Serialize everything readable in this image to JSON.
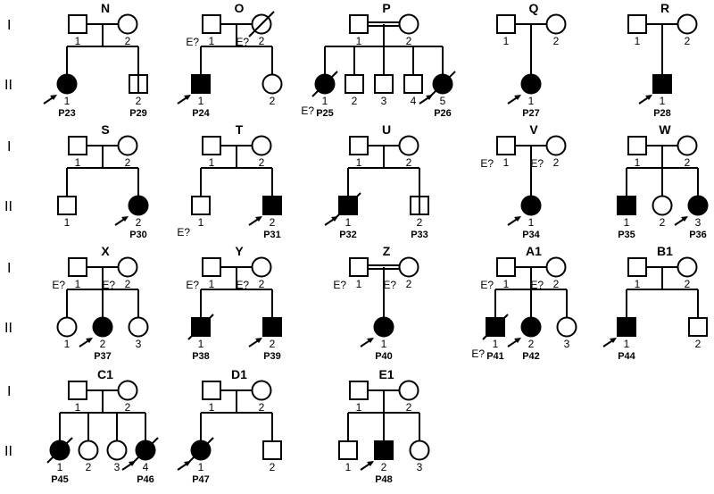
{
  "generation_labels": [
    "I",
    "II"
  ],
  "colors": {
    "stroke": "#000000",
    "affected": "#000000",
    "unaffected": "#ffffff"
  },
  "pedigrees": [
    {
      "title": "N",
      "consang": false,
      "parents": [
        {
          "sex": "M",
          "num": "1"
        },
        {
          "sex": "F",
          "num": "2"
        }
      ],
      "children": [
        {
          "sex": "F",
          "num": "1",
          "affected": true,
          "proband": true,
          "patient": "P23"
        },
        {
          "sex": "M",
          "num": "2",
          "carrier": true,
          "patient": "P29"
        }
      ]
    },
    {
      "title": "O",
      "consang": false,
      "parents": [
        {
          "sex": "M",
          "num": "1",
          "e": true
        },
        {
          "sex": "F",
          "num": "2",
          "e": true,
          "deceased": true
        }
      ],
      "children": [
        {
          "sex": "M",
          "num": "1",
          "affected": true,
          "proband": true,
          "patient": "P24"
        },
        {
          "sex": "F",
          "num": "2"
        }
      ]
    },
    {
      "title": "P",
      "consang": true,
      "parents": [
        {
          "sex": "M",
          "num": "1"
        },
        {
          "sex": "F",
          "num": "2"
        }
      ],
      "children": [
        {
          "sex": "F",
          "num": "1",
          "affected": true,
          "deceased": true,
          "e": true,
          "patient": "P25"
        },
        {
          "sex": "M",
          "num": "2"
        },
        {
          "sex": "M",
          "num": "3"
        },
        {
          "sex": "M",
          "num": "4"
        },
        {
          "sex": "F",
          "num": "5",
          "affected": true,
          "deceased": true,
          "proband": true,
          "patient": "P26"
        }
      ]
    },
    {
      "title": "Q",
      "consang": false,
      "parents": [
        {
          "sex": "M",
          "num": "1"
        },
        {
          "sex": "F",
          "num": "2"
        }
      ],
      "children": [
        {
          "sex": "F",
          "num": "1",
          "affected": true,
          "proband": true,
          "patient": "P27"
        }
      ]
    },
    {
      "title": "R",
      "consang": false,
      "parents": [
        {
          "sex": "M",
          "num": "1"
        },
        {
          "sex": "F",
          "num": "2"
        }
      ],
      "children": [
        {
          "sex": "M",
          "num": "1",
          "affected": true,
          "proband": true,
          "patient": "P28"
        }
      ]
    },
    {
      "title": "S",
      "consang": false,
      "parents": [
        {
          "sex": "M",
          "num": "1"
        },
        {
          "sex": "F",
          "num": "2"
        }
      ],
      "children": [
        {
          "sex": "M",
          "num": "1"
        },
        {
          "sex": "F",
          "num": "2",
          "affected": true,
          "proband": true,
          "patient": "P30"
        }
      ]
    },
    {
      "title": "T",
      "consang": false,
      "parents": [
        {
          "sex": "M",
          "num": "1"
        },
        {
          "sex": "F",
          "num": "2"
        }
      ],
      "children": [
        {
          "sex": "M",
          "num": "1",
          "e": true
        },
        {
          "sex": "M",
          "num": "2",
          "affected": true,
          "proband": true,
          "patient": "P31"
        }
      ]
    },
    {
      "title": "U",
      "consang": false,
      "parents": [
        {
          "sex": "M",
          "num": "1"
        },
        {
          "sex": "F",
          "num": "2"
        }
      ],
      "children": [
        {
          "sex": "M",
          "num": "1",
          "affected": true,
          "deceased": true,
          "proband": true,
          "patient": "P32"
        },
        {
          "sex": "M",
          "num": "2",
          "carrier": true,
          "patient": "P33"
        }
      ]
    },
    {
      "title": "V",
      "consang": false,
      "parents": [
        {
          "sex": "M",
          "num": "1",
          "e": true
        },
        {
          "sex": "F",
          "num": "2",
          "e": true
        }
      ],
      "children": [
        {
          "sex": "F",
          "num": "1",
          "affected": true,
          "proband": true,
          "patient": "P34"
        }
      ]
    },
    {
      "title": "W",
      "consang": false,
      "parents": [
        {
          "sex": "M",
          "num": "1"
        },
        {
          "sex": "F",
          "num": "2"
        }
      ],
      "children": [
        {
          "sex": "M",
          "num": "1",
          "affected": true,
          "patient": "P35"
        },
        {
          "sex": "F",
          "num": "2"
        },
        {
          "sex": "F",
          "num": "3",
          "affected": true,
          "proband": true,
          "patient": "P36"
        }
      ]
    },
    {
      "title": "X",
      "consang": false,
      "parents": [
        {
          "sex": "M",
          "num": "1",
          "e": true
        },
        {
          "sex": "F",
          "num": "2",
          "e": true
        }
      ],
      "children": [
        {
          "sex": "F",
          "num": "1"
        },
        {
          "sex": "F",
          "num": "2",
          "affected": true,
          "proband": true,
          "patient": "P37"
        },
        {
          "sex": "F",
          "num": "3"
        }
      ]
    },
    {
      "title": "Y",
      "consang": false,
      "parents": [
        {
          "sex": "M",
          "num": "1",
          "e": true
        },
        {
          "sex": "F",
          "num": "2",
          "e": true
        }
      ],
      "children": [
        {
          "sex": "M",
          "num": "1",
          "affected": true,
          "deceased": true,
          "patient": "P38"
        },
        {
          "sex": "M",
          "num": "2",
          "affected": true,
          "proband": true,
          "patient": "P39"
        }
      ]
    },
    {
      "title": "Z",
      "consang": true,
      "parents": [
        {
          "sex": "M",
          "num": "1",
          "e": true
        },
        {
          "sex": "F",
          "num": "2",
          "e": true
        }
      ],
      "children": [
        {
          "sex": "F",
          "num": "1",
          "affected": true,
          "proband": true,
          "patient": "P40"
        }
      ]
    },
    {
      "title": "A1",
      "consang": false,
      "parents": [
        {
          "sex": "M",
          "num": "1",
          "e": true
        },
        {
          "sex": "F",
          "num": "2",
          "e": true
        }
      ],
      "children": [
        {
          "sex": "M",
          "num": "1",
          "affected": true,
          "deceased": true,
          "e": true,
          "patient": "P41"
        },
        {
          "sex": "F",
          "num": "2",
          "affected": true,
          "proband": true,
          "patient": "P42"
        },
        {
          "sex": "F",
          "num": "3"
        }
      ]
    },
    {
      "title": "B1",
      "consang": false,
      "parents": [
        {
          "sex": "M",
          "num": "1"
        },
        {
          "sex": "F",
          "num": "2"
        }
      ],
      "children": [
        {
          "sex": "M",
          "num": "1",
          "affected": true,
          "proband": true,
          "patient": "P44"
        },
        {
          "sex": "M",
          "num": "2"
        }
      ]
    },
    {
      "title": "C1",
      "consang": false,
      "parents": [
        {
          "sex": "M",
          "num": "1"
        },
        {
          "sex": "F",
          "num": "2"
        }
      ],
      "children": [
        {
          "sex": "F",
          "num": "1",
          "affected": true,
          "deceased": true,
          "patient": "P45"
        },
        {
          "sex": "F",
          "num": "2"
        },
        {
          "sex": "F",
          "num": "3"
        },
        {
          "sex": "F",
          "num": "4",
          "affected": true,
          "deceased": true,
          "proband": true,
          "patient": "P46"
        }
      ]
    },
    {
      "title": "D1",
      "consang": false,
      "parents": [
        {
          "sex": "M",
          "num": "1"
        },
        {
          "sex": "F",
          "num": "2"
        }
      ],
      "children": [
        {
          "sex": "F",
          "num": "1",
          "affected": true,
          "deceased": true,
          "proband": true,
          "patient": "P47"
        },
        {
          "sex": "M",
          "num": "2"
        }
      ]
    },
    {
      "title": "E1",
      "consang": false,
      "parents": [
        {
          "sex": "M",
          "num": "1"
        },
        {
          "sex": "F",
          "num": "2"
        }
      ],
      "children": [
        {
          "sex": "M",
          "num": "1"
        },
        {
          "sex": "M",
          "num": "2",
          "affected": true,
          "proband": true,
          "patient": "P48"
        },
        {
          "sex": "F",
          "num": "3"
        }
      ]
    }
  ]
}
